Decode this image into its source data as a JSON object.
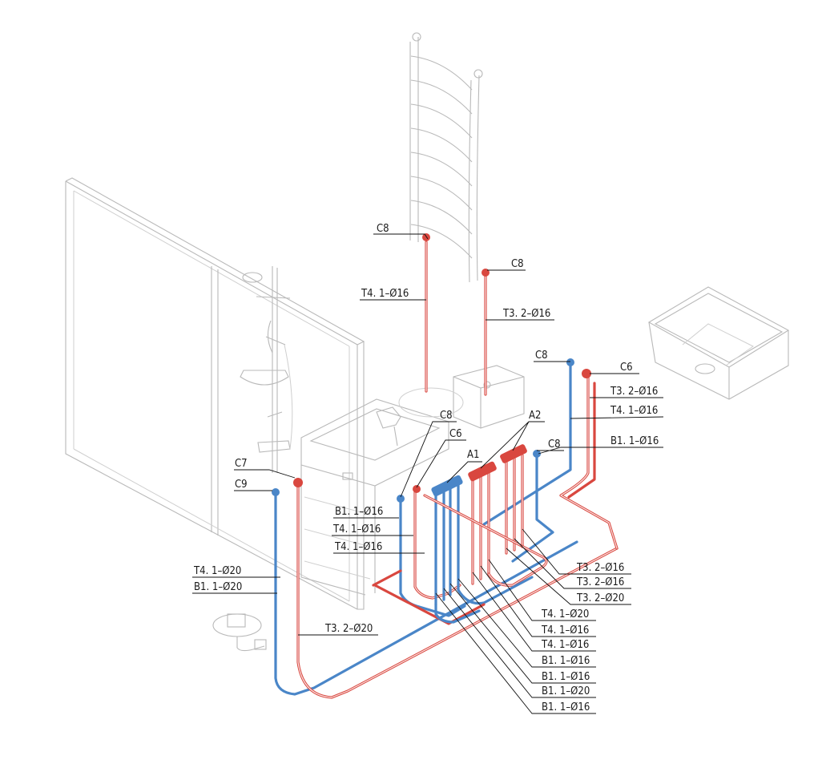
{
  "colors": {
    "hot": "#d9473f",
    "cold": "#4a86c8",
    "fixture": "#b9b9b9",
    "text": "#1a1a1a"
  },
  "labels": {
    "c8_towel_left": "C8",
    "c8_towel_right": "C8",
    "t4_towel": "T4. 1–Ø16",
    "t3_towel": "T3. 2–Ø16",
    "c8_sink_right": "C8",
    "c6_sink_right": "C6",
    "t3_sink_right": "T3. 2–Ø16",
    "t4_sink_right": "T4. 1–Ø16",
    "b1_sink_right": "B1. 1–Ø16",
    "c8_center_upper": "C8",
    "c8_wash": "C8",
    "c6_wash": "C6",
    "a1": "A1",
    "a2": "A2",
    "b1_wash": "B1. 1–Ø16",
    "t4_wash_a": "T4. 1–Ø16",
    "t4_wash_b": "T4. 1–Ø16",
    "c7_shower": "C7",
    "c9_shower": "C9",
    "t4_shower": "T4. 1–Ø20",
    "b1_shower": "B1. 1–Ø20",
    "t3_shower": "T3. 2–Ø20",
    "r1": "T3. 2–Ø16",
    "r2": "T3. 2–Ø16",
    "r3": "T3. 2–Ø20",
    "r4": "T4. 1–Ø20",
    "r5": "T4. 1–Ø16",
    "r6": "T4. 1–Ø16",
    "r7": "B1. 1–Ø16",
    "r8": "B1. 1–Ø16",
    "r9": "B1. 1–Ø20",
    "r10": "B1. 1–Ø16"
  }
}
